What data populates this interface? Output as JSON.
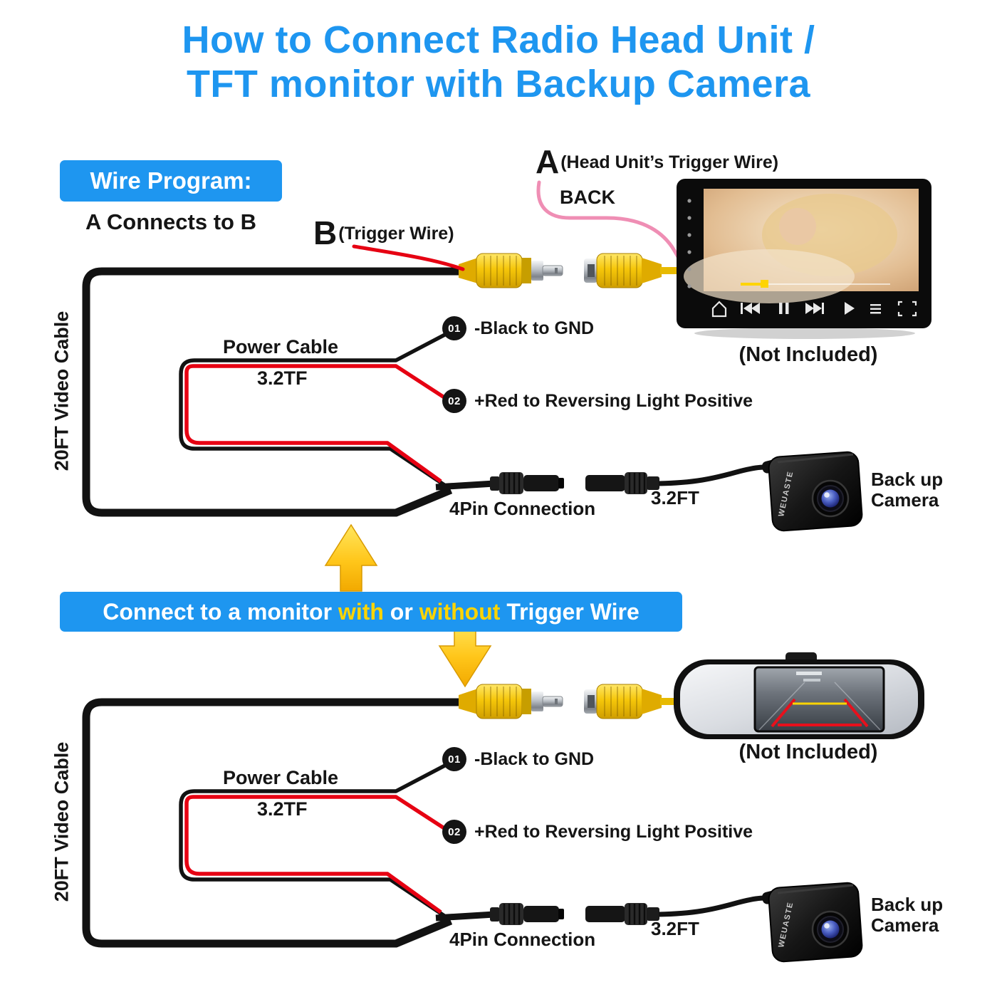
{
  "colors": {
    "accent_blue": "#1e96f0",
    "banner_blue": "#1e96f0",
    "wire_red": "#e60012",
    "wire_pink": "#ef8eb4",
    "rca_yellow": "#f6c70a",
    "arrow_yellow": "#ffc61a",
    "highlight_yellow": "#ffd400"
  },
  "title": {
    "line1": "How to Connect Radio Head Unit /",
    "line2": "TFT monitor with Backup Camera"
  },
  "wire_program": {
    "banner": "Wire Program:",
    "subtitle": "A Connects to B"
  },
  "callouts": {
    "a_letter": "A",
    "a_text": "(Head Unit’s Trigger Wire)",
    "back": "BACK",
    "b_letter": "B",
    "b_text": "(Trigger Wire)"
  },
  "mid_banner": {
    "p1": "Connect to a monitor ",
    "with": "with",
    "p2": " or ",
    "without": "without",
    "p3": " Trigger Wire"
  },
  "sections": {
    "top": {
      "video_cable": "20FT Video Cable",
      "power_cable": "Power Cable",
      "power_len": "3.2TF",
      "step1_num": "01",
      "step1_text": "-Black to GND",
      "step2_num": "02",
      "step2_text": "+Red to Reversing Light Positive",
      "four_pin": "4Pin Connection",
      "ext_len": "3.2FT",
      "not_included": "(Not Included)",
      "camera_line1": "Back up",
      "camera_line2": "Camera",
      "camera_brand": "WEUASTE"
    },
    "bottom": {
      "video_cable": "20FT Video Cable",
      "power_cable": "Power Cable",
      "power_len": "3.2TF",
      "step1_num": "01",
      "step1_text": "-Black to GND",
      "step2_num": "02",
      "step2_text": "+Red to Reversing Light Positive",
      "four_pin": "4Pin Connection",
      "ext_len": "3.2FT",
      "not_included": "(Not Included)",
      "camera_line1": "Back up",
      "camera_line2": "Camera",
      "camera_brand": "WEUASTE"
    }
  }
}
